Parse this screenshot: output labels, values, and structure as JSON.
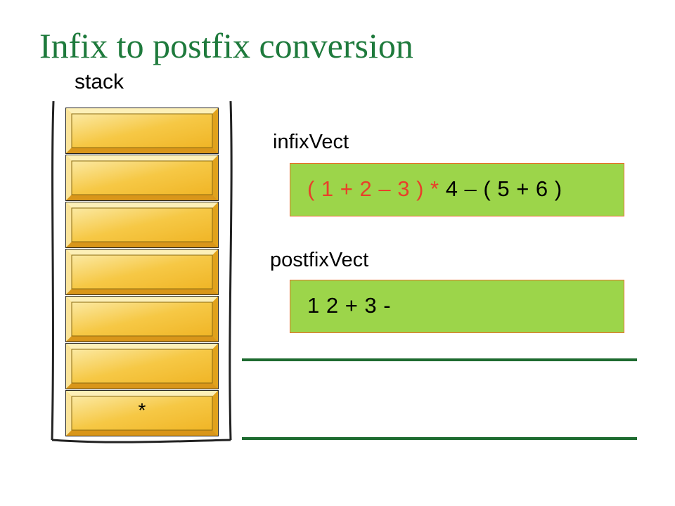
{
  "title": "Infix to postfix conversion",
  "stack": {
    "label": "stack",
    "slots": [
      "",
      "",
      "",
      "",
      "",
      "",
      "*"
    ]
  },
  "infix": {
    "label": "infixVect",
    "processed": "( 1 + 2 – 3 ) *",
    "remaining": "4 – ( 5 + 6 )"
  },
  "postfix": {
    "label": "postfixVect",
    "value": "1 2 + 3 -"
  },
  "colors": {
    "title": "#1e7a3c",
    "box_fill": "#9cd54a",
    "box_border": "#e86d2a",
    "processed_text": "#e8402a",
    "slot_fill": "#f6c845",
    "rule": "#1e6b30"
  }
}
